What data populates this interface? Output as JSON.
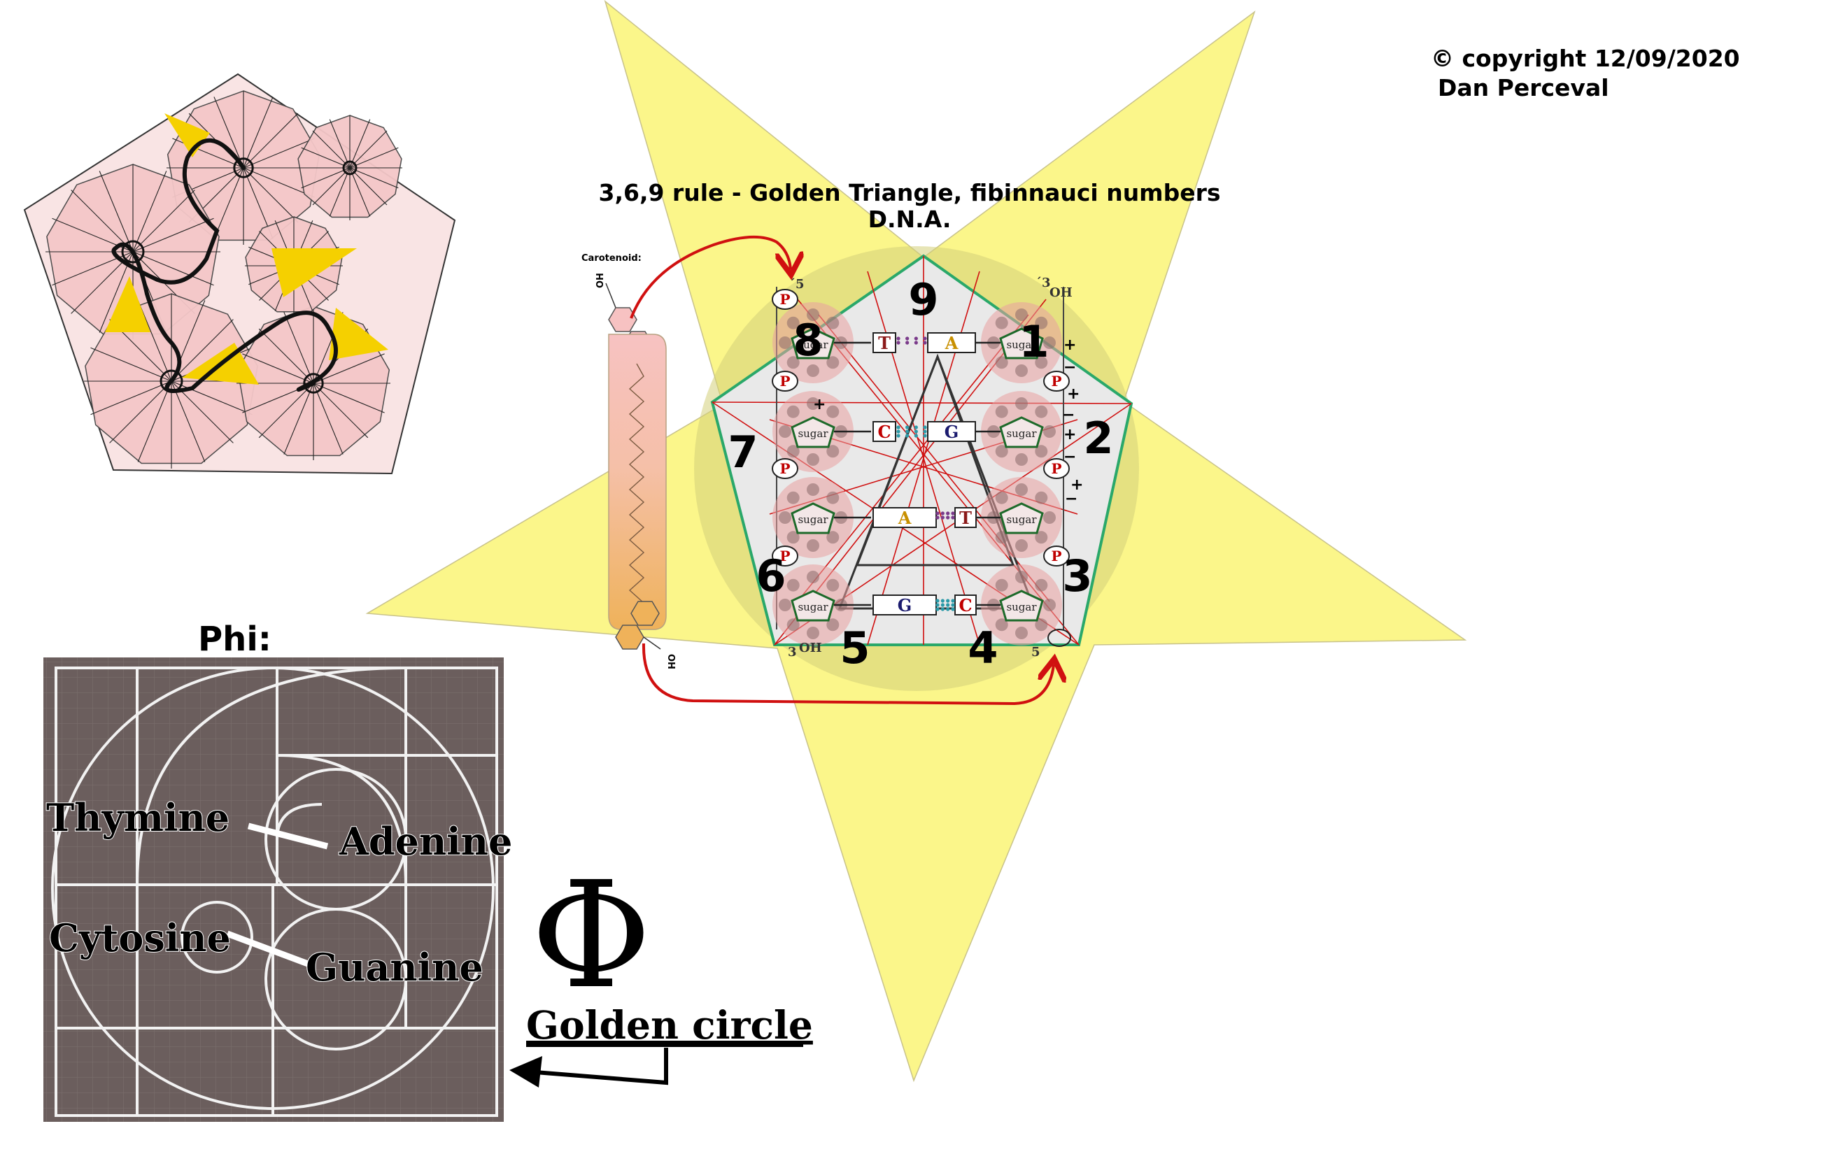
{
  "copyright": {
    "line1": "© copyright 12/09/2020",
    "line2": "Dan Perceval"
  },
  "title": {
    "line1": "3,6,9 rule - Golden Triangle, fibinnauci numbers",
    "line2": "D.N.A."
  },
  "carotenoid_label": "Carotenoid:",
  "hydroxyl_top": "OH",
  "hydroxyl_bottom": "OH",
  "vertex_numbers": [
    "9",
    "1",
    "2",
    "3",
    "4",
    "5",
    "6",
    "7",
    "8"
  ],
  "dna": {
    "sugar_label": "sugar",
    "phosphate_label": "P",
    "prime_top_left": "5",
    "prime_top_right": "3",
    "oh_top_right": "OH",
    "prime_bottom_left": "3",
    "oh_bottom_left": "OH",
    "prime_bottom_right": "5",
    "base_pairs": [
      {
        "left": "T",
        "right": "A",
        "left_color": "#8b1a1a",
        "right_color": "#c89000"
      },
      {
        "left": "C",
        "right": "G",
        "left_color": "#c00000",
        "right_color": "#1a1a6e"
      },
      {
        "left": "A",
        "right": "T",
        "left_color": "#c89000",
        "right_color": "#8b1a1a"
      },
      {
        "left": "G",
        "right": "C",
        "left_color": "#1a1a6e",
        "right_color": "#c00000"
      }
    ],
    "bond_colors": [
      "#7a3a8a",
      "#2a9aa8",
      "#7a3a8a",
      "#2a9aa8"
    ]
  },
  "phi": {
    "heading": "Phi:",
    "labels": [
      "Thymine",
      "Adenine",
      "Cytosine",
      "Guanine"
    ],
    "symbol": "Φ",
    "golden_circle": "Golden circle"
  },
  "colors": {
    "star": "#fbf68a",
    "pentagon_edge": "#2aa86a",
    "red_lines": "#d01010",
    "pink": "#f7cfd0",
    "gold": "#f5d000",
    "phi_bg": "#6b5e5d"
  }
}
